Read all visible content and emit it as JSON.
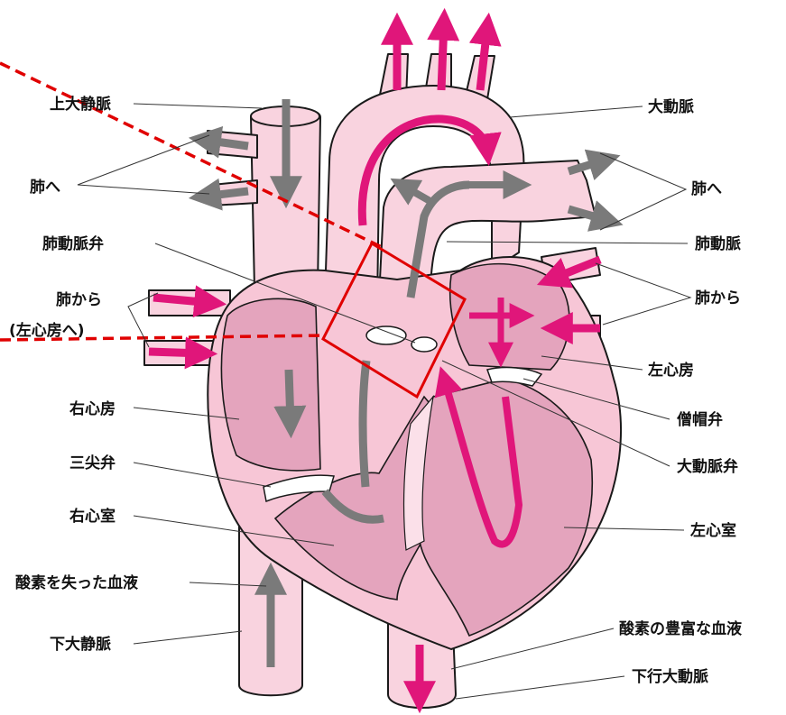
{
  "colors": {
    "oxygenated_arrow": "#e0167a",
    "deoxygenated_arrow": "#7a7a7a",
    "heart_wall": "#f7c6d6",
    "heart_chamber": "#e4a4bd",
    "highlight": "#e00000"
  },
  "labels": {
    "superior_vena_cava": "上大静脈",
    "to_lungs_left": "肺へ",
    "pulmonary_valve": "肺動脈弁",
    "from_lungs_left_1": "肺から",
    "from_lungs_left_2": "(左心房へ)",
    "right_atrium": "右心房",
    "tricuspid_valve": "三尖弁",
    "right_ventricle": "右心室",
    "deoxygenated_blood": "酸素を失った血液",
    "inferior_vena_cava": "下大静脈",
    "aorta": "大動脈",
    "to_lungs_right": "肺へ",
    "pulmonary_artery": "肺動脈",
    "from_lungs_right": "肺から",
    "left_atrium": "左心房",
    "mitral_valve": "僧帽弁",
    "aortic_valve": "大動脈弁",
    "left_ventricle": "左心室",
    "oxygenated_blood": "酸素の豊富な血液",
    "descending_aorta": "下行大動脈"
  }
}
